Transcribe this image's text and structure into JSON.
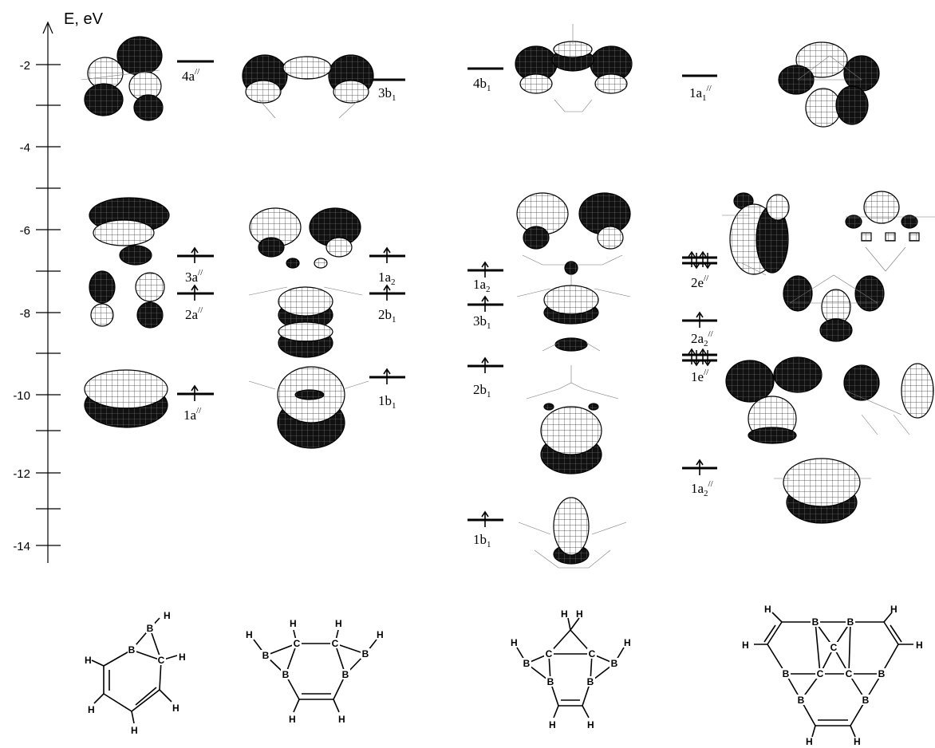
{
  "axis": {
    "label": "E, eV",
    "ticks": [
      "-2",
      "-4",
      "-6",
      "-8",
      "-10",
      "-12",
      "-14"
    ]
  },
  "columns": [
    {
      "id": "col1",
      "levels": [
        {
          "main": "4a",
          "sup": "//",
          "occupied": false
        },
        {
          "main": "3a",
          "sup": "//",
          "occupied": true
        },
        {
          "main": "2a",
          "sup": "//",
          "occupied": true
        },
        {
          "main": "1a",
          "sup": "//",
          "occupied": true
        }
      ]
    },
    {
      "id": "col2",
      "levels": [
        {
          "main": "3b",
          "sub": "1",
          "occupied": false
        },
        {
          "main": "1a",
          "sub": "2",
          "occupied": true
        },
        {
          "main": "2b",
          "sub": "1",
          "occupied": true
        },
        {
          "main": "1b",
          "sub": "1",
          "occupied": true
        }
      ]
    },
    {
      "id": "col3",
      "levels": [
        {
          "main": "4b",
          "sub": "1",
          "occupied": false
        },
        {
          "main": "1a",
          "sub": "2",
          "occupied": true
        },
        {
          "main": "3b",
          "sub": "1",
          "occupied": true
        },
        {
          "main": "2b",
          "sub": "1",
          "occupied": true
        },
        {
          "main": "1b",
          "sub": "1",
          "occupied": true
        }
      ]
    },
    {
      "id": "col4",
      "levels": [
        {
          "main": "1a",
          "sub": "1",
          "sup": "//",
          "occupied": false
        },
        {
          "main": "2e",
          "sup": "//",
          "occupied": true
        },
        {
          "main": "2a",
          "sub": "2",
          "sup": "//",
          "occupied": true
        },
        {
          "main": "1e",
          "sup": "//",
          "occupied": true
        },
        {
          "main": "1a",
          "sub": "2",
          "sup": "//",
          "occupied": true
        }
      ]
    }
  ],
  "atoms": {
    "boron": "B",
    "carbon": "C",
    "hydrogen": "H"
  }
}
